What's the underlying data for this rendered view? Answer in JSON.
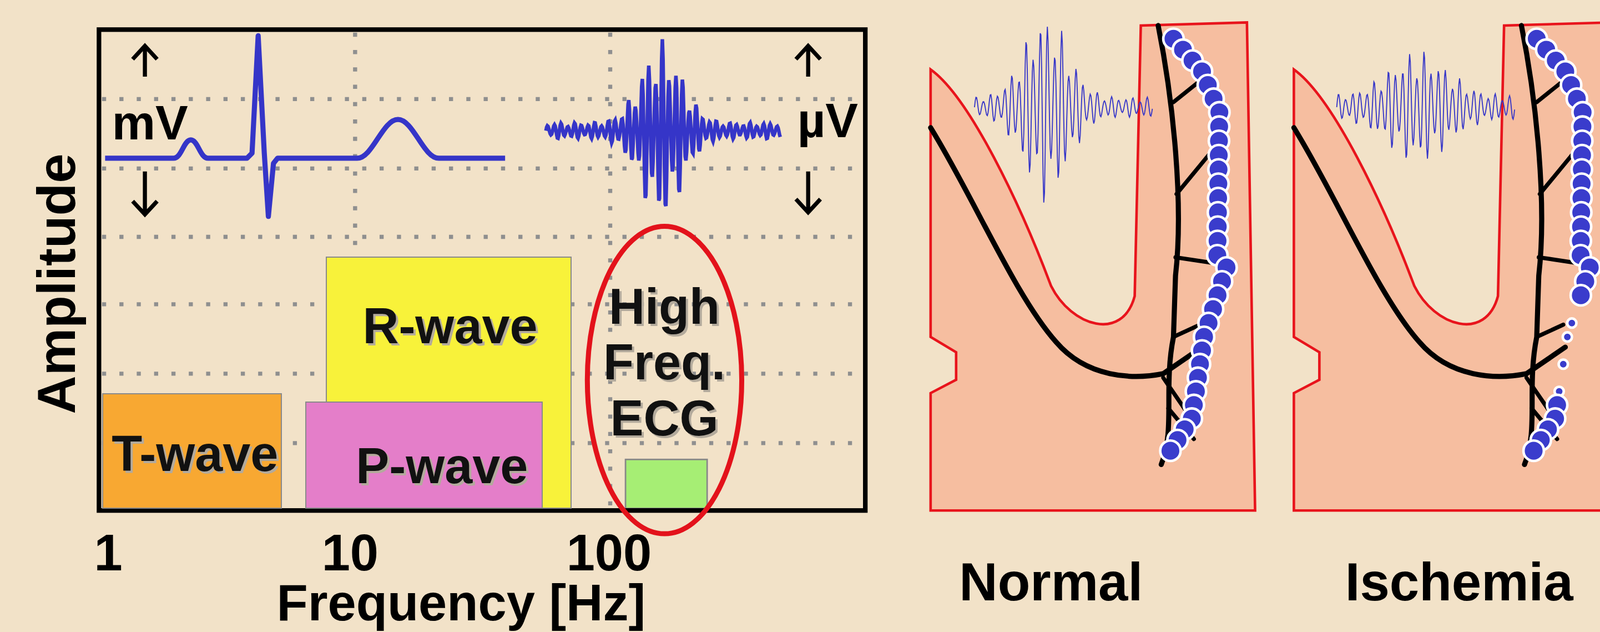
{
  "diagram": {
    "nodes": [
      {
        "text": [
          "T-wave"
        ]
      },
      {
        "text": [
          "R-wave"
        ]
      },
      {
        "text": [
          "P-wave"
        ]
      },
      {
        "text": [
          "High Freq. ECG"
        ]
      }
    ],
    "labels": [
      "Amplitude",
      "mV",
      "µV",
      "1",
      "10",
      "100",
      "Frequency [Hz]",
      "Normal",
      "Ischemia"
    ]
  }
}
